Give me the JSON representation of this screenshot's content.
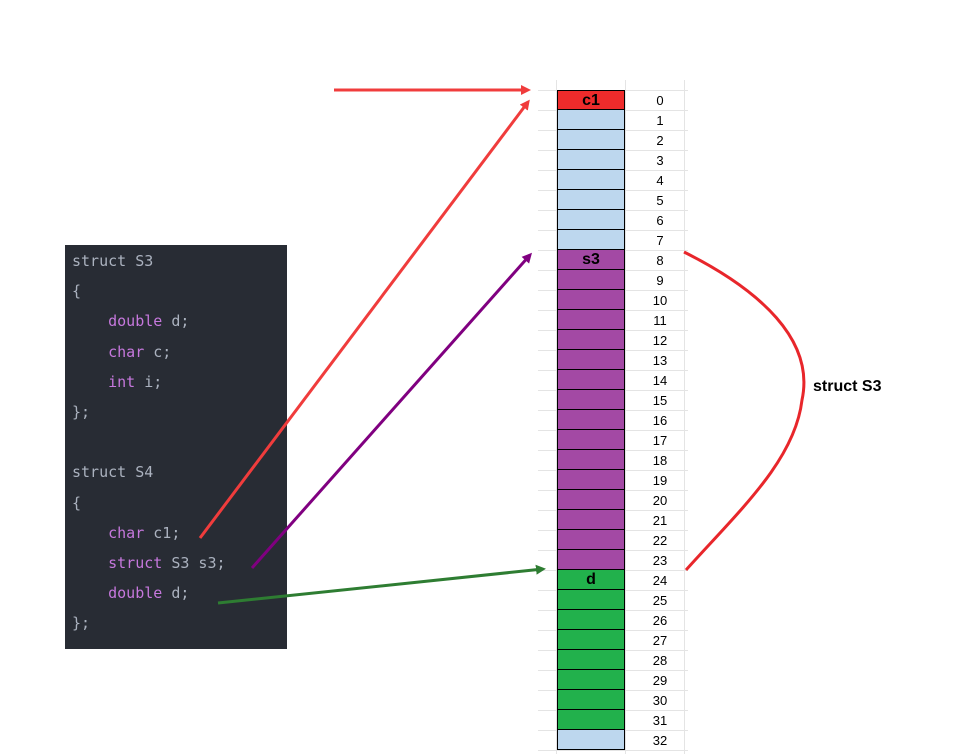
{
  "code": {
    "lines": [
      [
        {
          "t": "struct S3",
          "k": false
        }
      ],
      [
        {
          "t": "{",
          "k": false
        }
      ],
      [
        {
          "t": "    ",
          "k": false
        },
        {
          "t": "double",
          "k": true
        },
        {
          "t": " d;",
          "k": false
        }
      ],
      [
        {
          "t": "    ",
          "k": false
        },
        {
          "t": "char",
          "k": true
        },
        {
          "t": " c;",
          "k": false
        }
      ],
      [
        {
          "t": "    ",
          "k": false
        },
        {
          "t": "int",
          "k": true
        },
        {
          "t": " i;",
          "k": false
        }
      ],
      [
        {
          "t": "};",
          "k": false
        }
      ],
      [],
      [
        {
          "t": "struct S4",
          "k": false
        }
      ],
      [
        {
          "t": "{",
          "k": false
        }
      ],
      [
        {
          "t": "    ",
          "k": false
        },
        {
          "t": "char",
          "k": true
        },
        {
          "t": " c1;",
          "k": false
        }
      ],
      [
        {
          "t": "    ",
          "k": false
        },
        {
          "t": "struct",
          "k": true
        },
        {
          "t": " S3 s3;",
          "k": false
        }
      ],
      [
        {
          "t": "    ",
          "k": false
        },
        {
          "t": "double",
          "k": true
        },
        {
          "t": " d;",
          "k": false
        }
      ],
      [
        {
          "t": "};",
          "k": false
        }
      ]
    ]
  },
  "memory": {
    "offsets": [
      "0",
      "1",
      "2",
      "3",
      "4",
      "5",
      "6",
      "7",
      "8",
      "9",
      "10",
      "11",
      "12",
      "13",
      "14",
      "15",
      "16",
      "17",
      "18",
      "19",
      "20",
      "21",
      "22",
      "23",
      "24",
      "25",
      "26",
      "27",
      "28",
      "29",
      "30",
      "31",
      "32"
    ],
    "segments": [
      {
        "start": 0,
        "end": 0,
        "label": "c1",
        "color": "#ee2b2b"
      },
      {
        "start": 1,
        "end": 7,
        "label": "",
        "color": "#bdd7ee"
      },
      {
        "start": 8,
        "end": 23,
        "label": "s3",
        "color": "#a349a4"
      },
      {
        "start": 24,
        "end": 31,
        "label": "d",
        "color": "#22b14c"
      },
      {
        "start": 32,
        "end": 32,
        "label": "",
        "color": "#bdd7ee"
      }
    ]
  },
  "bracket": {
    "label": "struct S3",
    "color": "#e8262b"
  },
  "colors": {
    "c1_arrow": "#f03c3c",
    "s3_arrow": "#800080",
    "d_arrow": "#2e7d32"
  }
}
